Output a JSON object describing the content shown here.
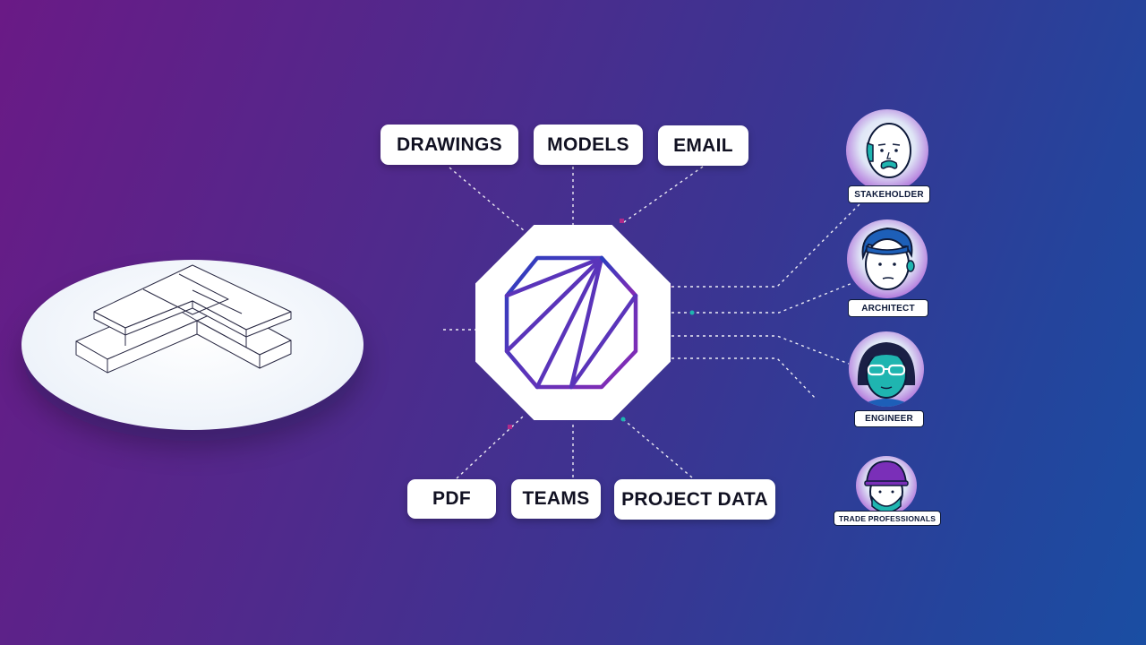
{
  "sources": {
    "drawings": "DRAWINGS",
    "models": "MODELS",
    "email": "EMAIL",
    "pdf": "PDF",
    "teams": "TEAMS",
    "project_data": "PROJECT DATA"
  },
  "roles": {
    "stakeholder": "STAKEHOLDER",
    "architect": "ARCHITECT",
    "engineer": "ENGINEER",
    "trade_professionals": "TRADE PROFESSIONALS"
  },
  "icons": {
    "hub": "polygon-logo-icon",
    "building": "building-wireframe-icon",
    "stakeholder": "stakeholder-avatar-icon",
    "architect": "architect-avatar-icon",
    "engineer": "engineer-avatar-icon",
    "trade_professionals": "trade-professional-avatar-icon"
  },
  "colors": {
    "background_start": "#6a1a86",
    "background_end": "#1a4ea3",
    "logo_gradient_start": "#2a3fbf",
    "logo_gradient_end": "#8a2ab5",
    "avatar_teal": "#1fb5b0",
    "connector": "#ffffff"
  }
}
